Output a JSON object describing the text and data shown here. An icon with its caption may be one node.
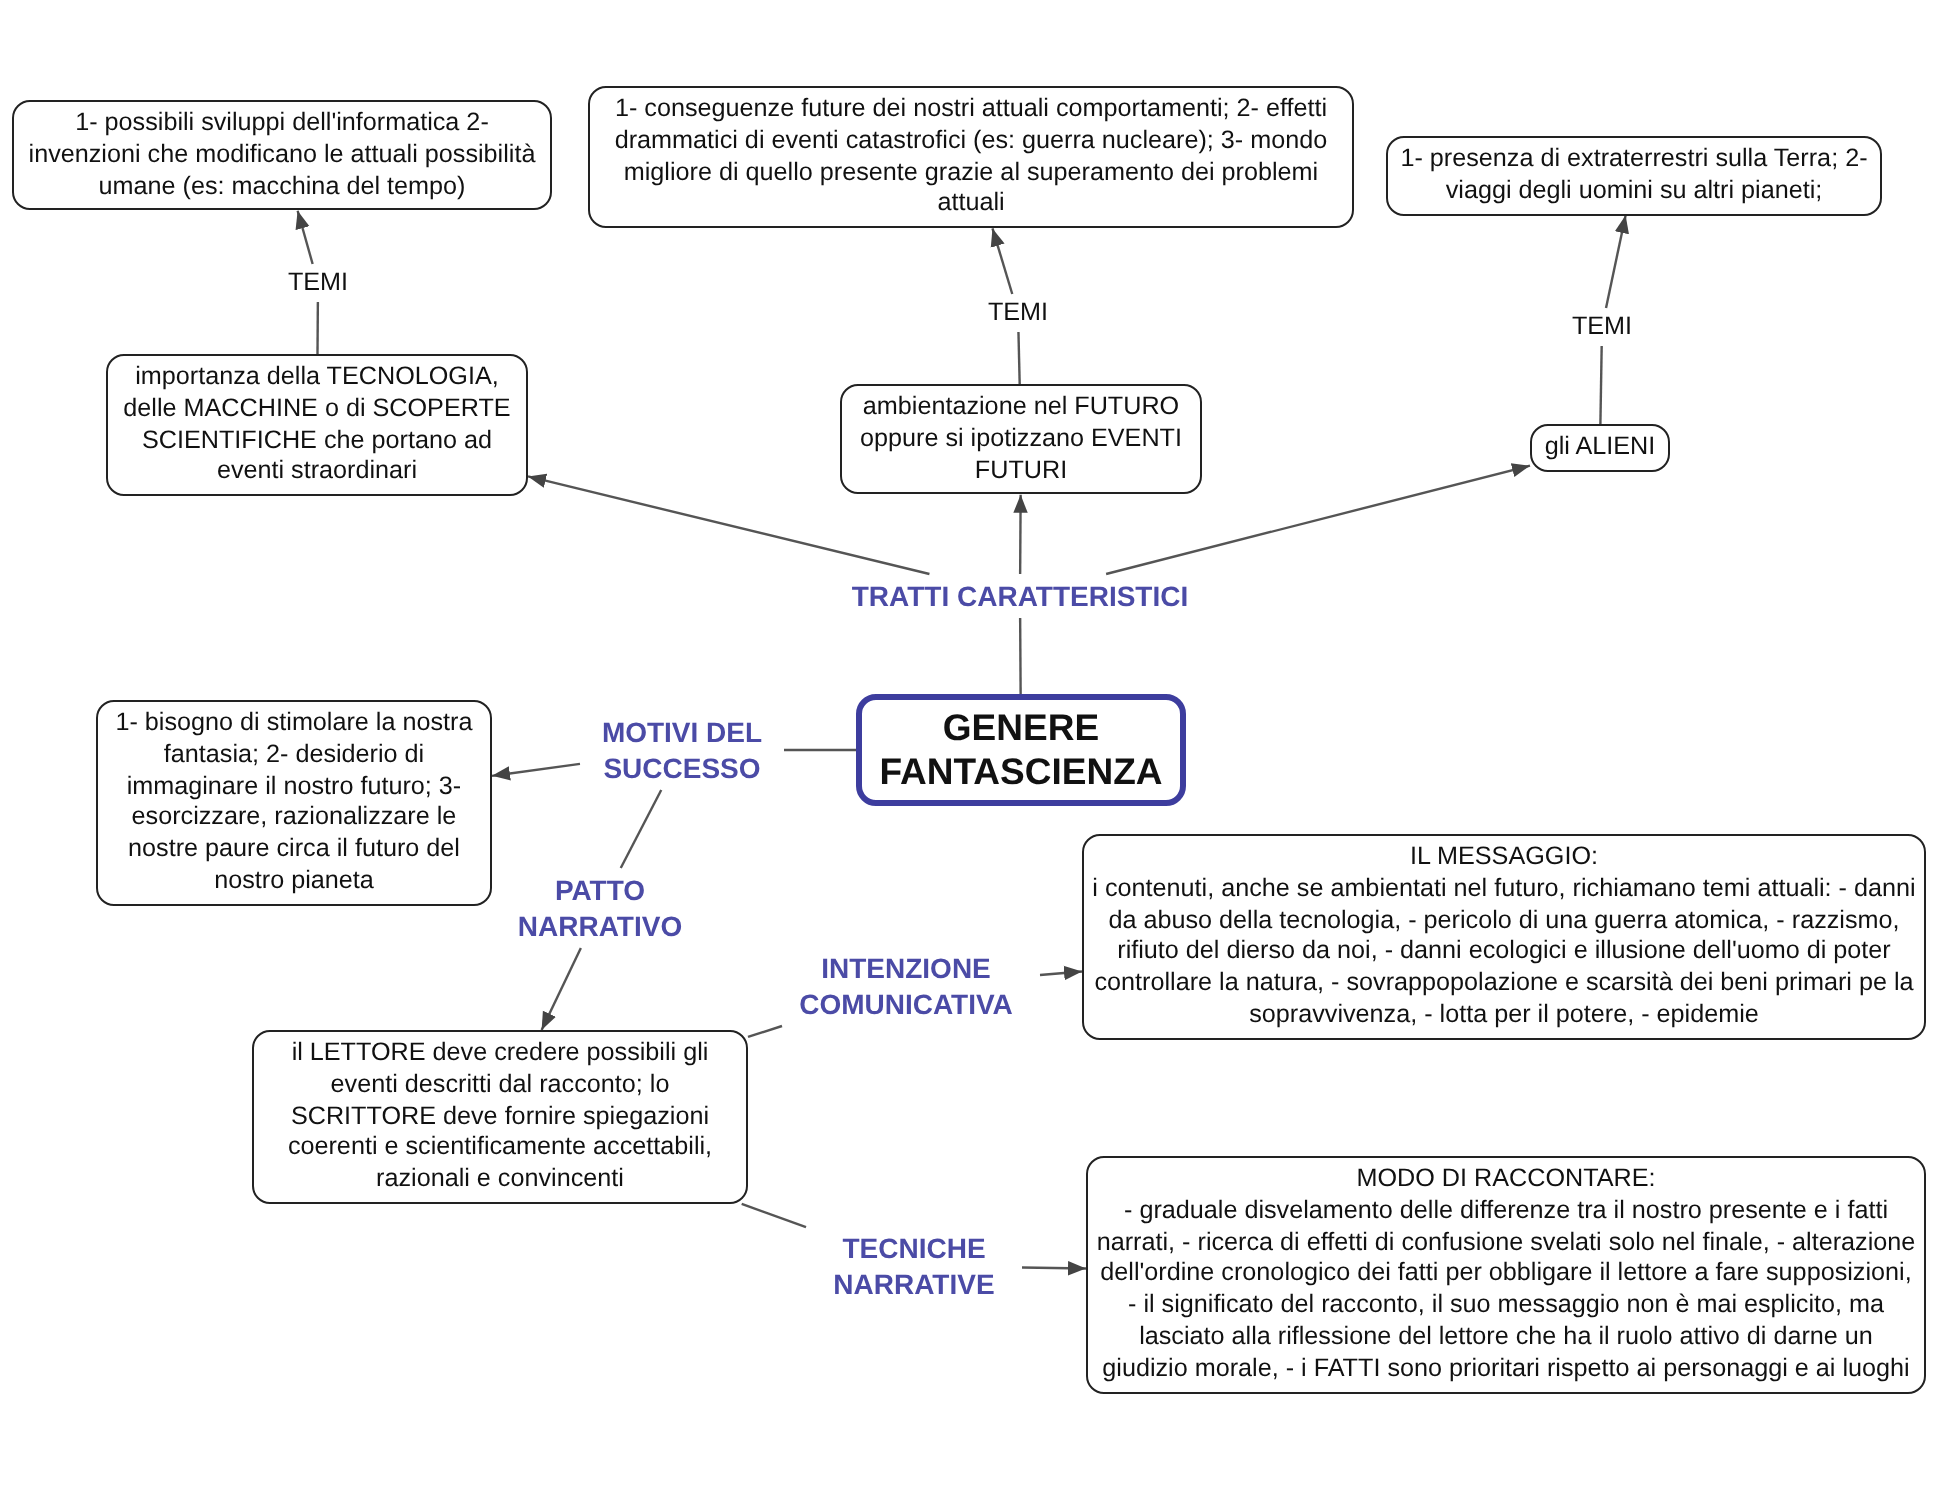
{
  "diagram": {
    "nodes": [
      {
        "text": [
          "GENERE FANTASCIENZA"
        ]
      },
      {
        "text": [
          "TRATTI CARATTERISTICI"
        ]
      },
      {
        "text": [
          "importanza della TECNOLOGIA, delle MACCHINE o di SCOPERTE SCIENTIFICHE che portano ad eventi straordinari"
        ]
      },
      {
        "text": [
          "ambientazione nel FUTURO oppure si ipotizzano EVENTI FUTURI"
        ]
      },
      {
        "text": [
          "gli ALIENI"
        ]
      },
      {
        "text": [
          "TEMI"
        ]
      },
      {
        "text": [
          "TEMI"
        ]
      },
      {
        "text": [
          "TEMI"
        ]
      },
      {
        "text": [
          "1- possibili sviluppi dell'informatica 2- invenzioni che modificano le attuali possibilità umane (es: macchina del tempo)"
        ]
      },
      {
        "text": [
          "1- conseguenze future dei nostri attuali comportamenti; 2- effetti drammatici di eventi catastrofici (es: guerra nucleare); 3- mondo migliore di quello presente grazie al superamento dei problemi attuali"
        ]
      },
      {
        "text": [
          "1- presenza di extraterrestri sulla Terra; 2- viaggi degli uomini su altri pianeti;"
        ]
      },
      {
        "text": [
          "MOTIVI DEL SUCCESSO"
        ]
      },
      {
        "text": [
          "1- bisogno di stimolare la nostra fantasia; 2- desiderio di immaginare il nostro futuro; 3- esorcizzare, razionalizzare le nostre paure circa il futuro del nostro pianeta"
        ]
      },
      {
        "text": [
          "PATTO NARRATIVO"
        ]
      },
      {
        "text": [
          "il LETTORE deve credere possibili gli eventi descritti dal racconto; lo SCRITTORE deve fornire spiegazioni coerenti e scientificamente accettabili, razionali e convincenti"
        ]
      },
      {
        "text": [
          "INTENZIONE COMUNICATIVA"
        ]
      },
      {
        "text": [
          "IL MESSAGGIO:",
          "i contenuti, anche se ambientati nel futuro, richiamano temi attuali: - danni da abuso della tecnologia, - pericolo di una guerra atomica, - razzismo, rifiuto del dierso da noi, - danni ecologici e illusione dell'uomo di poter controllare la natura, - sovrappopolazione e scarsità dei beni primari pe la sopravvivenza, - lotta per il potere, - epidemie"
        ]
      },
      {
        "text": [
          "TECNICHE NARRATIVE"
        ]
      },
      {
        "text": [
          "MODO DI RACCONTARE:",
          "- graduale disvelamento delle differenze tra il nostro presente e i fatti narrati, - ricerca di effetti di confusione svelati solo nel finale, - alterazione dell'ordine cronologico dei fatti per obbligare il lettore a fare supposizioni, - il significato del racconto, il suo messaggio non è mai esplicito, ma lasciato alla riflessione del lettore che ha il ruolo attivo di darne un giudizio morale, - i FATTI sono prioritari rispetto ai personaggi e ai luoghi"
        ]
      }
    ],
    "edges": [
      {
        "from": 0,
        "to": 1,
        "arrow": "none"
      },
      {
        "from": 1,
        "to": 2,
        "arrow": "to"
      },
      {
        "from": 1,
        "to": 3,
        "arrow": "to"
      },
      {
        "from": 1,
        "to": 4,
        "arrow": "to"
      },
      {
        "from": 2,
        "to": 5,
        "arrow": "none"
      },
      {
        "from": 5,
        "to": 8,
        "arrow": "to"
      },
      {
        "from": 3,
        "to": 6,
        "arrow": "none"
      },
      {
        "from": 6,
        "to": 9,
        "arrow": "to"
      },
      {
        "from": 4,
        "to": 7,
        "arrow": "none"
      },
      {
        "from": 7,
        "to": 10,
        "arrow": "to"
      },
      {
        "from": 0,
        "to": 11,
        "arrow": "none"
      },
      {
        "from": 11,
        "to": 12,
        "arrow": "to"
      },
      {
        "from": 11,
        "to": 13,
        "arrow": "none"
      },
      {
        "from": 13,
        "to": 14,
        "arrow": "to"
      },
      {
        "from": 14,
        "to": 15,
        "arrow": "none"
      },
      {
        "from": 15,
        "to": 16,
        "arrow": "to"
      },
      {
        "from": 14,
        "to": 17,
        "arrow": "none"
      },
      {
        "from": 17,
        "to": 18,
        "arrow": "to"
      }
    ]
  }
}
